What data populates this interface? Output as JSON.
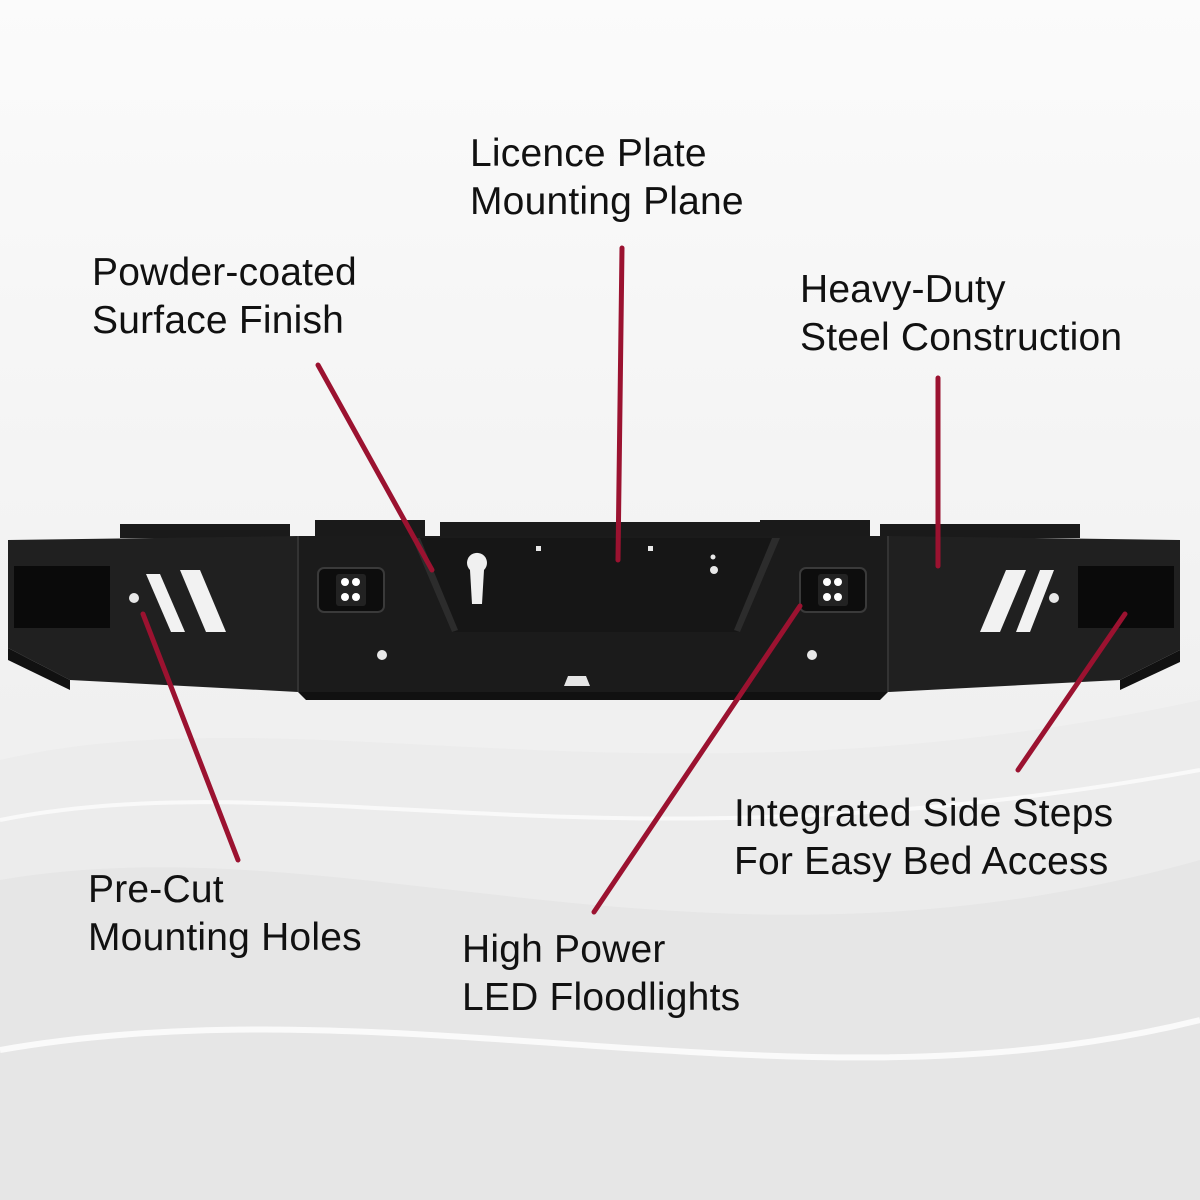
{
  "colors": {
    "leader_line": "#9b1230",
    "bumper_body": "#1c1c1c",
    "background": "#f3f3f3",
    "led": "#ffffff"
  },
  "callouts": [
    {
      "id": "licence-plate",
      "lines": [
        "Licence Plate",
        "Mounting Plane"
      ]
    },
    {
      "id": "powder-coated",
      "lines": [
        "Powder-coated",
        "Surface Finish"
      ]
    },
    {
      "id": "heavy-duty",
      "lines": [
        "Heavy-Duty",
        "Steel Construction"
      ]
    },
    {
      "id": "side-steps",
      "lines": [
        "Integrated Side Steps",
        "For Easy Bed Access"
      ]
    },
    {
      "id": "mounting-holes",
      "lines": [
        "Pre-Cut",
        "Mounting Holes"
      ]
    },
    {
      "id": "floodlights",
      "lines": [
        "High Power",
        "LED Floodlights"
      ]
    }
  ]
}
